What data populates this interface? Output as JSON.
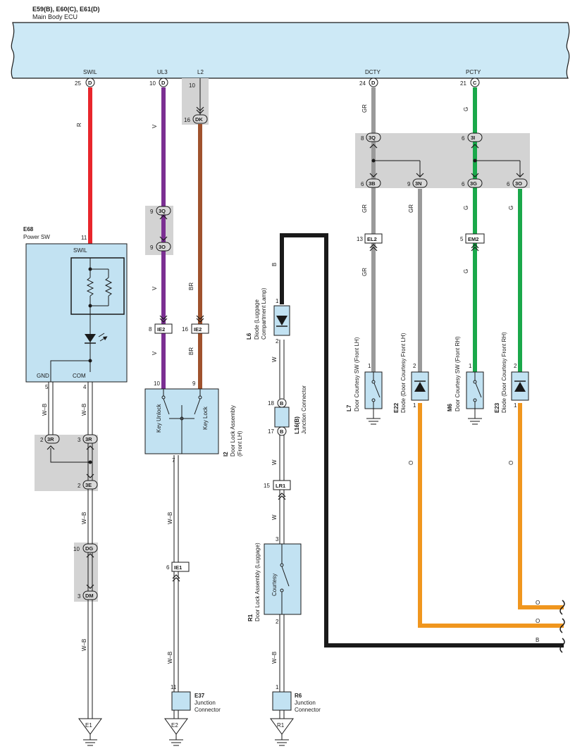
{
  "colors": {
    "ecu_fill": "#cde9f6",
    "component_fill": "#c2e2f2",
    "gray_band": "#d3d3d3",
    "red": "#e8262c",
    "purple": "#7b2f92",
    "brown": "#a0522d",
    "gray": "#9a9a9a",
    "green": "#1aa84a",
    "orange": "#f0961e",
    "black": "#1a1a1a",
    "wb": "#ffffff"
  },
  "ecu": {
    "codes": "E59(B), E60(C), E61(D)",
    "name": "Main Body ECU",
    "terminals": {
      "swil": "SWIL",
      "ul3": "UL3",
      "l2": "L2",
      "dcty": "DCTY",
      "pcty": "PCTY"
    },
    "pins": {
      "swil": "25",
      "ul3": "10",
      "l2": "10",
      "dcty": "24",
      "pcty": "21"
    },
    "conns": {
      "swil": "D",
      "ul3": "D",
      "dcty": "D",
      "pcty": "C"
    }
  },
  "wire_colors": {
    "r": "R",
    "v": "V",
    "br": "BR",
    "gr": "GR",
    "g": "G",
    "b": "B",
    "w": "W",
    "wb": "W–B",
    "o": "O"
  },
  "e68": {
    "code": "E68",
    "name": "Power SW",
    "t_swil": "SWIL",
    "t_gnd": "GND",
    "t_com": "COM",
    "pin_swil": "11",
    "pin_gnd": "5",
    "pin_com": "4"
  },
  "i2": {
    "code": "I2",
    "name": "Door Lock Assembly",
    "name2": "(Front LH)",
    "sw_unlock": "Key Unlock",
    "sw_lock": "Key Lock",
    "pin_a": "10",
    "pin_b": "9",
    "pin_c": "7"
  },
  "l6": {
    "code": "L6",
    "name": "Diode (Luggage",
    "name2": "Compartment Lamp)",
    "pin1": "1",
    "pin2": "2"
  },
  "l16": {
    "code": "L16(B)",
    "name": "Junction Connector",
    "pin18": "18",
    "pin17": "17",
    "conn": "B"
  },
  "r1": {
    "code": "R1",
    "name": "Door Lock Assembly (Luggage)",
    "sw": "Courtesy",
    "pin3": "3",
    "pin2": "2"
  },
  "l7": {
    "code": "L7",
    "name": "Door Courtesy SW (Front LH)",
    "pin": "1"
  },
  "e22": {
    "code": "E22",
    "name": "Diode (Door Courtesy Front LH)",
    "pin2": "2",
    "pin1": "1"
  },
  "m6": {
    "code": "M6",
    "name": "Door Courtesy SW (Front RH)",
    "pin": "1"
  },
  "e23": {
    "code": "E23",
    "name": "Diode (Door Courtesy Front RH)",
    "pin2": "2",
    "pin1": "1"
  },
  "e37": {
    "code": "E37",
    "name": "Junction",
    "name2": "Connector",
    "pin": "11"
  },
  "r6": {
    "code": "R6",
    "name": "Junction",
    "name2": "Connector",
    "pin": "1"
  },
  "grounds": {
    "e1": "E1",
    "e2": "E2",
    "r1": "R1"
  },
  "inline": {
    "dk": {
      "pin": "16",
      "conn": "DK"
    },
    "q3a": {
      "pin": "9",
      "conn": "3Q"
    },
    "o3a": {
      "pin": "9",
      "conn": "3O"
    },
    "ie2a": {
      "pin": "8",
      "conn": "IE2"
    },
    "ie2b": {
      "pin": "16",
      "conn": "IE2"
    },
    "q3b": {
      "pin": "8",
      "conn": "3Q"
    },
    "i3": {
      "pin": "6",
      "conn": "3I"
    },
    "b3": {
      "pin": "6",
      "conn": "3B"
    },
    "n3": {
      "pin": "9",
      "conn": "3N"
    },
    "g3": {
      "pin": "6",
      "conn": "3G"
    },
    "o3b": {
      "pin": "6",
      "conn": "3O"
    },
    "el2": {
      "pin": "13",
      "conn": "EL2"
    },
    "em2": {
      "pin": "5",
      "conn": "EM2"
    },
    "r3a": {
      "pin": "2",
      "conn": "3R"
    },
    "r3b": {
      "pin": "3",
      "conn": "3R"
    },
    "e3": {
      "pin": "2",
      "conn": "3E"
    },
    "dg": {
      "pin": "10",
      "conn": "DG"
    },
    "dm": {
      "pin": "3",
      "conn": "DM"
    },
    "ie1": {
      "pin": "6",
      "conn": "IE1"
    },
    "lr1": {
      "pin": "15",
      "conn": "LR1"
    }
  }
}
